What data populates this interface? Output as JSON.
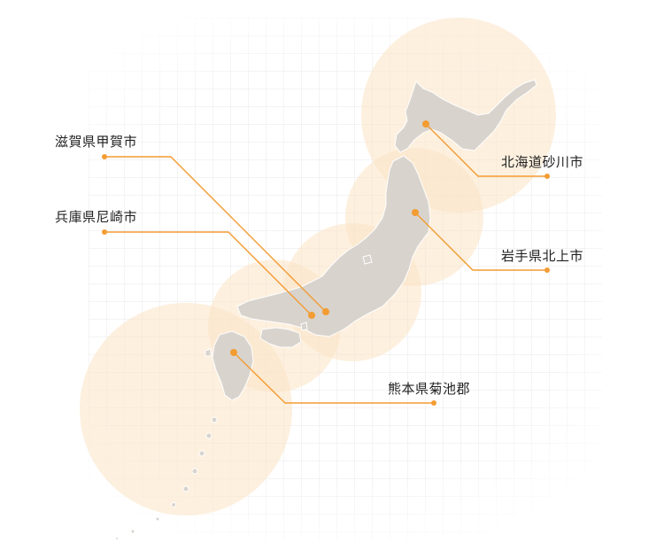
{
  "colors": {
    "accent": "#f39c32",
    "circle_fill": "#fbe3c4",
    "land": "#d8d3cd",
    "grid": "#e6e6e6",
    "label_text": "#222222"
  },
  "locations": [
    {
      "name": "滋賀県甲賀市"
    },
    {
      "name": "兵庫県尼崎市"
    },
    {
      "name": "北海道砂川市"
    },
    {
      "name": "岩手県北上市"
    },
    {
      "name": "熊本県菊池郡"
    }
  ]
}
